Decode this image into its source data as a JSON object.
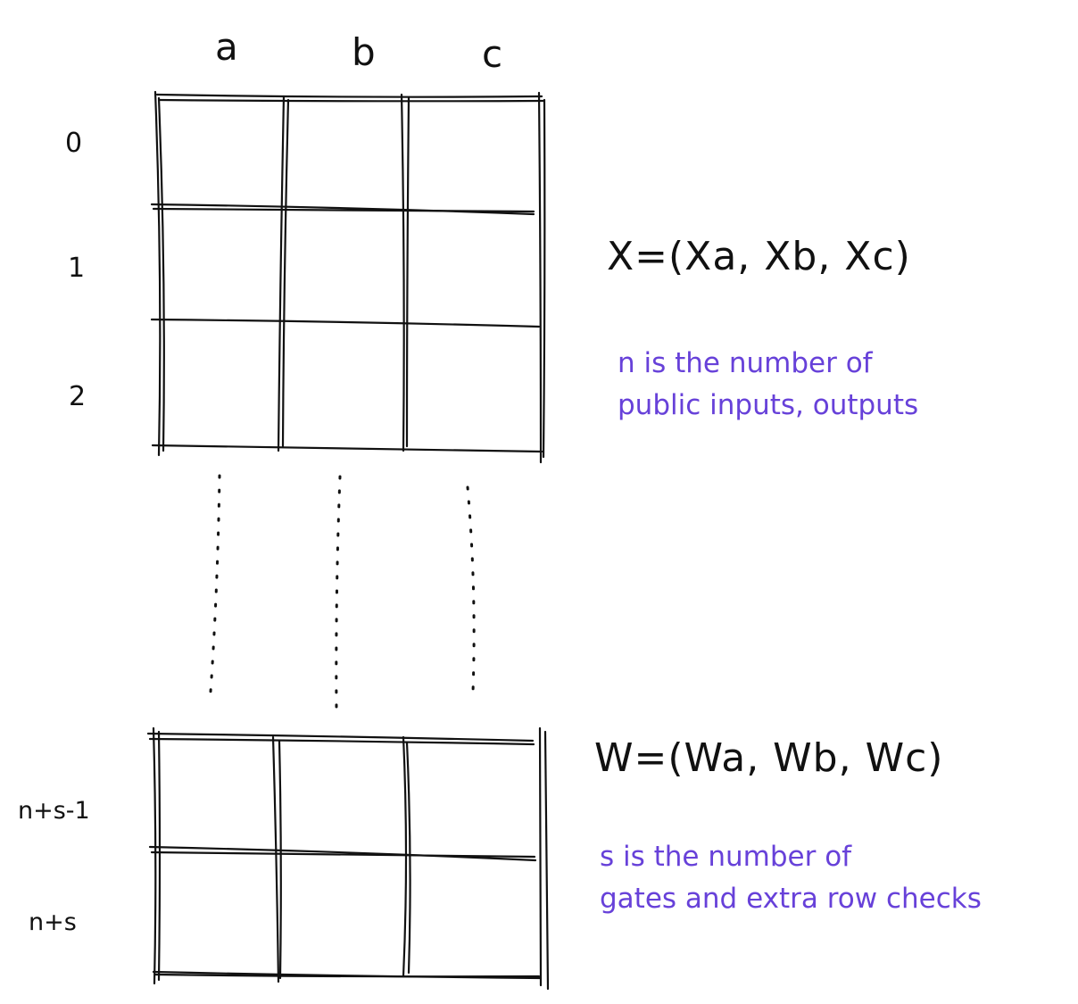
{
  "columns": [
    "a",
    "b",
    "c"
  ],
  "top_rows": [
    "0",
    "1",
    "2"
  ],
  "bottom_rows": [
    "n+s-1",
    "n+s"
  ],
  "public_formula": "X=(Xa, Xb, Xc)",
  "witness_formula": "W=(Wa, Wb, Wc)",
  "public_note": {
    "line1": "n is the number of",
    "line2": "public inputs, outputs"
  },
  "witness_note": {
    "line1": "s is the number of",
    "line2": "gates and extra row checks"
  },
  "colors": {
    "ink": "#111111",
    "note": "#6741d9"
  }
}
